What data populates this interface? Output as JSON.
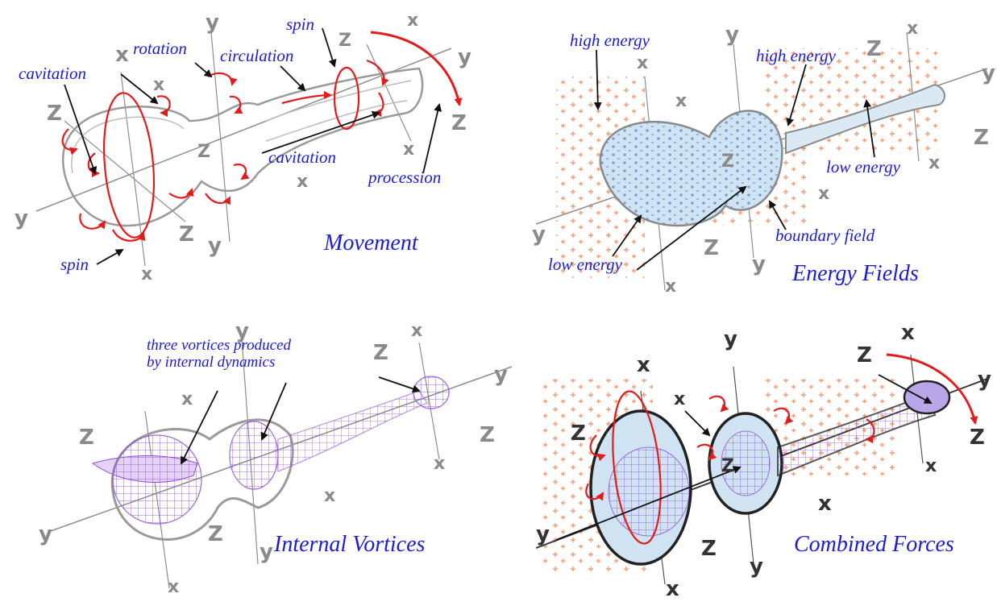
{
  "panels": {
    "movement": {
      "title": "Movement",
      "labels": {
        "cavitation_left": "cavitation",
        "rotation": "rotation",
        "circulation": "circulation",
        "spin_top": "spin",
        "cavitation_mid": "cavitation",
        "procession": "procession",
        "spin_bottom": "spin"
      }
    },
    "energy_fields": {
      "title": "Energy Fields",
      "labels": {
        "high_energy_left": "high energy",
        "high_energy_right": "high energy",
        "low_energy_right": "low energy",
        "boundary_field": "boundary field",
        "low_energy_left": "low energy"
      }
    },
    "internal_vortices": {
      "title": "Internal Vortices",
      "labels": {
        "line1": "three vortices produced",
        "line2": "by internal dynamics"
      }
    },
    "combined_forces": {
      "title": "Combined Forces"
    }
  },
  "axis_letters": {
    "x": "x",
    "y": "y",
    "z": "z",
    "z_upper": "Z"
  },
  "colors": {
    "label_text": "#1c1cd6",
    "spin_arrows": "#e21b1b",
    "outline": "#9a9a9a",
    "energy_marks": "#f08a5d",
    "fluid_fill": "#cfe3f2",
    "vortex_mesh": "#8f4fd6"
  }
}
